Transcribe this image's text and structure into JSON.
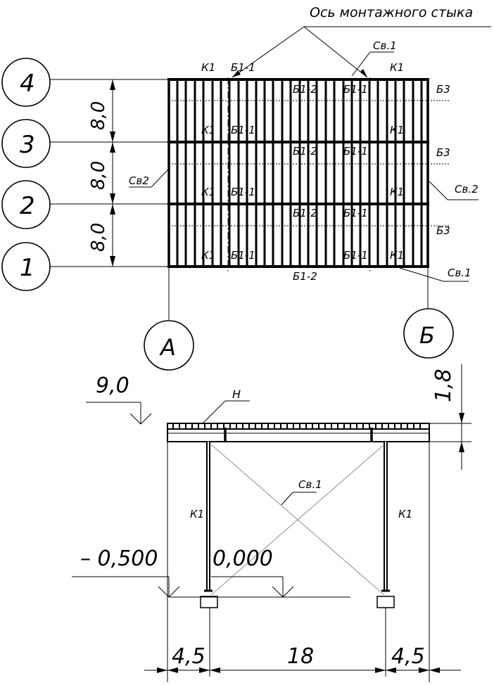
{
  "title_note": "Ось монтажного стыка",
  "axes_rows": [
    "4",
    "3",
    "2",
    "1"
  ],
  "axes_cols": [
    "А",
    "Б"
  ],
  "row_spacing": [
    "8,0",
    "8,0",
    "8,0"
  ],
  "plan_labels": {
    "k1": "К1",
    "b1_1": "Б1-1",
    "b1_2": "Б1-2",
    "b3": "Б3",
    "sv1": "Св.1",
    "sv2": "Св2",
    "sv2_right": "Св.2"
  },
  "section": {
    "roof_level": "9,0",
    "roof_height": "1,8",
    "roof_label": "Н",
    "column_label": "К1",
    "brace_label": "Св.1",
    "level_minus": "– 0,500",
    "level_zero": "0,000",
    "spans": [
      "4,5",
      "18",
      "4,5"
    ]
  }
}
